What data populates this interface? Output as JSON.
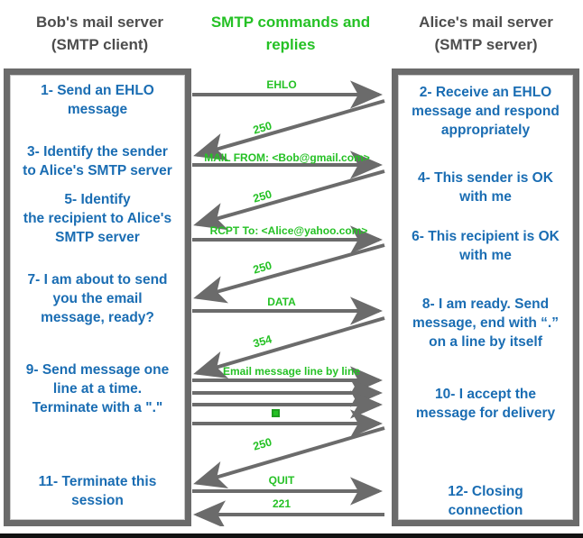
{
  "headers": {
    "left": "Bob's mail server\n(SMTP client)",
    "left_line1": "Bob's mail server",
    "left_line2": "(SMTP client)",
    "middle_line1": "SMTP commands and",
    "middle_line2": "replies",
    "right_line1": "Alice's mail server",
    "right_line2": "(SMTP server)"
  },
  "colors": {
    "header_gray": "#4d4d4d",
    "header_green": "#25c125",
    "step_blue": "#1a6db3",
    "frame_gray": "#6b6b6b",
    "arrow_gray": "#6b6b6b",
    "label_green": "#25c125",
    "background": "#ffffff"
  },
  "client_steps": [
    {
      "id": "step-1",
      "text": "1- Send an EHLO message"
    },
    {
      "id": "step-3",
      "text": "3- Identify the sender to Alice's SMTP server"
    },
    {
      "id": "step-5",
      "text": "5- Identify\nthe recipient to Alice's SMTP server"
    },
    {
      "id": "step-7",
      "text": "7- I am about to send you the email message, ready?"
    },
    {
      "id": "step-9",
      "text": "9- Send message one line at a time. Terminate with a \".\""
    },
    {
      "id": "step-11",
      "text": "11- Terminate this session"
    }
  ],
  "server_steps": [
    {
      "id": "step-2",
      "text": "2- Receive an EHLO message and respond appropriately"
    },
    {
      "id": "step-4",
      "text": "4- This sender is OK with me"
    },
    {
      "id": "step-6",
      "text": "6- This recipient is OK with me"
    },
    {
      "id": "step-8",
      "text": "8-  I am ready. Send message, end with “.” on a line by itself"
    },
    {
      "id": "step-10",
      "text": "10-  I accept the message for delivery"
    },
    {
      "id": "step-12",
      "text": "12-  Closing connection"
    }
  ],
  "client_steps_lines": {
    "s1": [
      "1- Send an EHLO",
      "message"
    ],
    "s3": [
      "3- Identify the sender",
      "to Alice's SMTP server"
    ],
    "s5": [
      "5- Identify",
      "the recipient to Alice's",
      "SMTP server"
    ],
    "s7": [
      "7- I am about to send",
      "you the email",
      "message, ready?"
    ],
    "s9": [
      "9- Send message one",
      "line at a time.",
      "Terminate with a \".\""
    ],
    "s11": [
      "11- Terminate this",
      "session"
    ]
  },
  "server_steps_lines": {
    "s2": [
      "2- Receive an EHLO",
      "message and respond",
      "appropriately"
    ],
    "s4": [
      "4- This sender is OK",
      "with me"
    ],
    "s6": [
      "6- This recipient is OK",
      "with me"
    ],
    "s8": [
      "8-  I am ready. Send",
      "message, end with “.”",
      "on a line by itself"
    ],
    "s10": [
      "10-  I accept the",
      "message for delivery"
    ],
    "s12": [
      "12-  Closing",
      "connection"
    ]
  },
  "messages": [
    {
      "id": "msg-ehlo",
      "label": "EHLO",
      "direction": "client-to-server",
      "style": "horizontal"
    },
    {
      "id": "msg-250-a",
      "label": "250",
      "direction": "server-to-client",
      "style": "diagonal"
    },
    {
      "id": "msg-mail-from",
      "label": "MAIL FROM: <Bob@gmail.com>",
      "direction": "client-to-server",
      "style": "horizontal"
    },
    {
      "id": "msg-250-b",
      "label": "250",
      "direction": "server-to-client",
      "style": "diagonal"
    },
    {
      "id": "msg-rcpt-to",
      "label": "RCPT To: <Alice@yahoo.com>",
      "direction": "client-to-server",
      "style": "horizontal"
    },
    {
      "id": "msg-250-c",
      "label": "250",
      "direction": "server-to-client",
      "style": "diagonal"
    },
    {
      "id": "msg-data",
      "label": "DATA",
      "direction": "client-to-server",
      "style": "horizontal"
    },
    {
      "id": "msg-354",
      "label": "354",
      "direction": "server-to-client",
      "style": "diagonal"
    },
    {
      "id": "msg-email-1",
      "label": "Email message line by line",
      "direction": "client-to-server",
      "style": "horizontal"
    },
    {
      "id": "msg-email-2",
      "label": "",
      "direction": "client-to-server",
      "style": "horizontal"
    },
    {
      "id": "msg-email-3",
      "label": "",
      "direction": "client-to-server",
      "style": "horizontal"
    },
    {
      "id": "msg-email-dot",
      "label": "",
      "direction": "client-to-server",
      "style": "horizontal",
      "marker": "green-square-period"
    },
    {
      "id": "msg-250-d",
      "label": "250",
      "direction": "server-to-client",
      "style": "diagonal"
    },
    {
      "id": "msg-quit",
      "label": "QUIT",
      "direction": "client-to-server",
      "style": "horizontal"
    },
    {
      "id": "msg-221",
      "label": "221",
      "direction": "server-to-client",
      "style": "horizontal"
    }
  ]
}
